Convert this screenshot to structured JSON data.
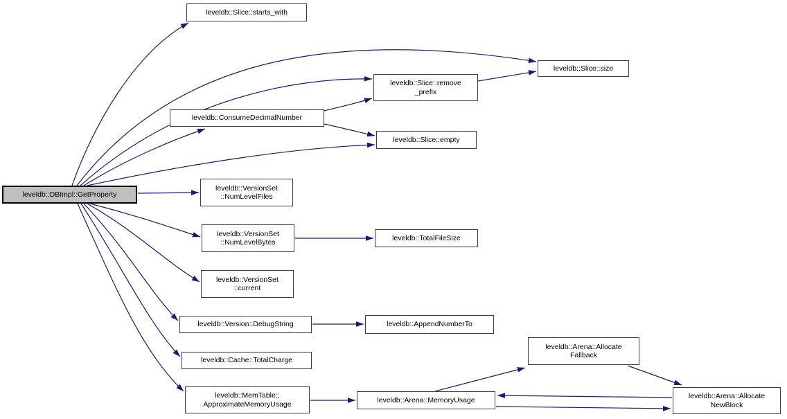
{
  "diagram": {
    "type": "call-graph",
    "colors": {
      "edge": "#191970",
      "node_border": "#3d3d3d",
      "node_fill": "#ffffff",
      "highlight_fill": "#bfbfbf",
      "highlight_border": "#000000"
    },
    "nodes": {
      "getproperty": {
        "label": "leveldb::DBImpl::GetProperty",
        "highlighted": true
      },
      "startswith": {
        "label": "leveldb::Slice::starts_with"
      },
      "size": {
        "label": "leveldb::Slice::size"
      },
      "removeprefix": {
        "label": "leveldb::Slice::remove\n_prefix"
      },
      "consumedecimalnumber": {
        "label": "leveldb::ConsumeDecimalNumber"
      },
      "empty": {
        "label": "leveldb::Slice::empty"
      },
      "numlevelfiles": {
        "label": "leveldb::VersionSet\n::NumLevelFiles"
      },
      "numlevelbytes": {
        "label": "leveldb::VersionSet\n::NumLevelBytes"
      },
      "totalfilesize": {
        "label": "leveldb::TotalFileSize"
      },
      "current": {
        "label": "leveldb::VersionSet\n::current"
      },
      "debugstring": {
        "label": "leveldb::Version::DebugString"
      },
      "appendnumberto": {
        "label": "leveldb::AppendNumberTo"
      },
      "totalcharge": {
        "label": "leveldb::Cache::TotalCharge"
      },
      "memtable": {
        "label": "leveldb::MemTable::\nApproximateMemoryUsage"
      },
      "memoryusage": {
        "label": "leveldb::Arena::MemoryUsage"
      },
      "allocatefallback": {
        "label": "leveldb::Arena::Allocate\nFallback"
      },
      "allocatenewblock": {
        "label": "leveldb::Arena::Allocate\nNewBlock"
      }
    },
    "edges": [
      {
        "from": "getproperty",
        "to": "startswith"
      },
      {
        "from": "getproperty",
        "to": "size"
      },
      {
        "from": "getproperty",
        "to": "removeprefix"
      },
      {
        "from": "getproperty",
        "to": "consumedecimalnumber"
      },
      {
        "from": "getproperty",
        "to": "empty"
      },
      {
        "from": "getproperty",
        "to": "numlevelfiles"
      },
      {
        "from": "getproperty",
        "to": "numlevelbytes"
      },
      {
        "from": "getproperty",
        "to": "current"
      },
      {
        "from": "getproperty",
        "to": "debugstring"
      },
      {
        "from": "getproperty",
        "to": "totalcharge"
      },
      {
        "from": "getproperty",
        "to": "memtable"
      },
      {
        "from": "consumedecimalnumber",
        "to": "removeprefix"
      },
      {
        "from": "consumedecimalnumber",
        "to": "empty"
      },
      {
        "from": "removeprefix",
        "to": "size"
      },
      {
        "from": "numlevelbytes",
        "to": "totalfilesize"
      },
      {
        "from": "debugstring",
        "to": "appendnumberto"
      },
      {
        "from": "memtable",
        "to": "memoryusage"
      },
      {
        "from": "memoryusage",
        "to": "allocatefallback"
      },
      {
        "from": "allocatefallback",
        "to": "allocatenewblock"
      },
      {
        "from": "memoryusage",
        "to": "allocatenewblock"
      },
      {
        "from": "allocatenewblock",
        "to": "memoryusage"
      }
    ]
  }
}
